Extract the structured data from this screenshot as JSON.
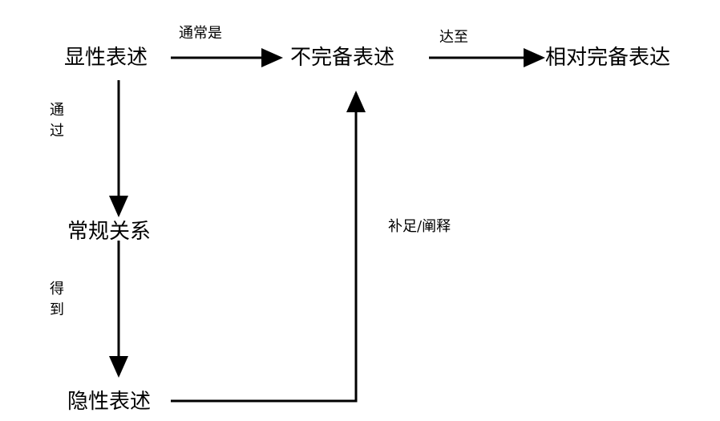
{
  "nodes": {
    "explicit": "显性表述",
    "incomplete": "不完备表述",
    "relative_complete": "相对完备表达",
    "conventional": "常规关系",
    "implicit": "隐性表述"
  },
  "edges": {
    "explicit_to_incomplete": "通常是",
    "incomplete_to_relative": "达至",
    "explicit_to_conventional": [
      "通",
      "过"
    ],
    "conventional_to_implicit": [
      "得",
      "到"
    ],
    "implicit_to_incomplete": "补足/阐释"
  },
  "colors": {
    "line": "#000000",
    "text": "#000000",
    "background": "#ffffff"
  }
}
